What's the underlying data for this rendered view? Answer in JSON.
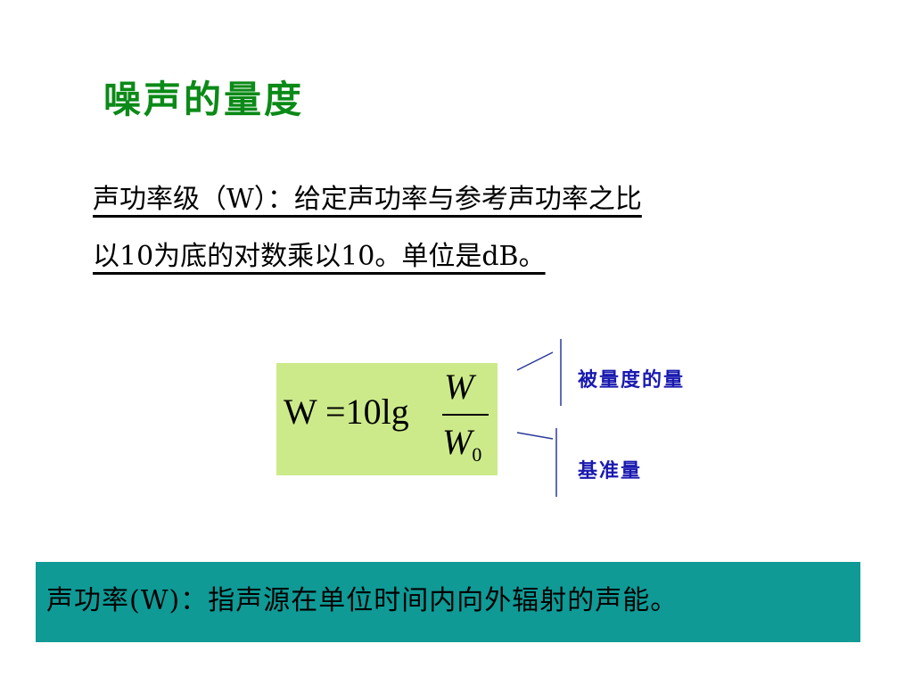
{
  "slide": {
    "title": "噪声的量度",
    "definition_line1": "声功率级（W）：给定声功率与参考声功率之比",
    "definition_line2": "以10为底的对数乘以10。单位是dB。",
    "formula": {
      "lhs": "W =10lg",
      "numerator": "W",
      "denominator": "W",
      "denominator_subscript": "0"
    },
    "annotations": {
      "top": "被量度的量",
      "bottom": "基准量"
    },
    "footer_text": "声功率(W)：指声源在单位时间内向外辐射的声能。"
  },
  "colors": {
    "title": "#0b8a17",
    "formula_bg": "#ccea8a",
    "annotation": "#1a1ab0",
    "footer_bg": "#0f9a96"
  }
}
